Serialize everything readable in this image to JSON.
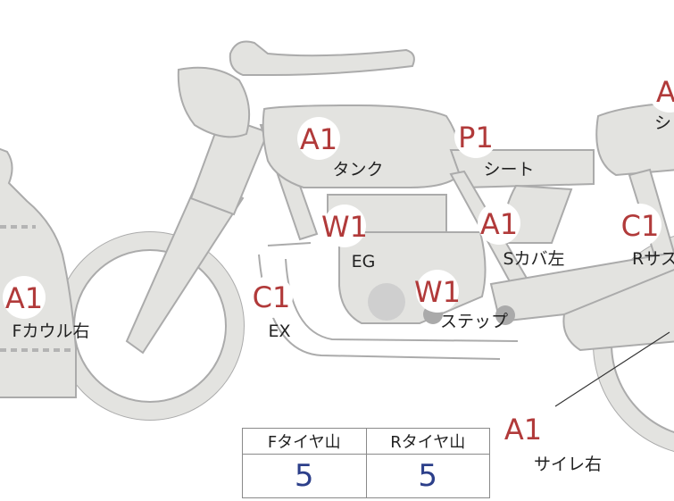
{
  "badges": [
    {
      "code": "A1",
      "label": "Fカウル右"
    },
    {
      "code": "C1",
      "label": "EX"
    },
    {
      "code": "A1",
      "label": "タンク"
    },
    {
      "code": "W1",
      "label": "EG"
    },
    {
      "code": "W1",
      "label": "ステップ"
    },
    {
      "code": "P1",
      "label": "シート"
    },
    {
      "code": "A1",
      "label": "Sカバ左"
    },
    {
      "code": "C1",
      "label": "Rサス"
    },
    {
      "code": "A",
      "label": "シ"
    },
    {
      "code": "A1",
      "label": "サイレ右"
    }
  ],
  "tire_table": {
    "headers": [
      "Fタイヤ山",
      "Rタイヤ山"
    ],
    "values": [
      "5",
      "5"
    ]
  },
  "colors": {
    "body_fill": "#e3e3e0",
    "outline": "#ababab",
    "badge_code": "#b13a3a",
    "table_value": "#2c3f8a"
  }
}
